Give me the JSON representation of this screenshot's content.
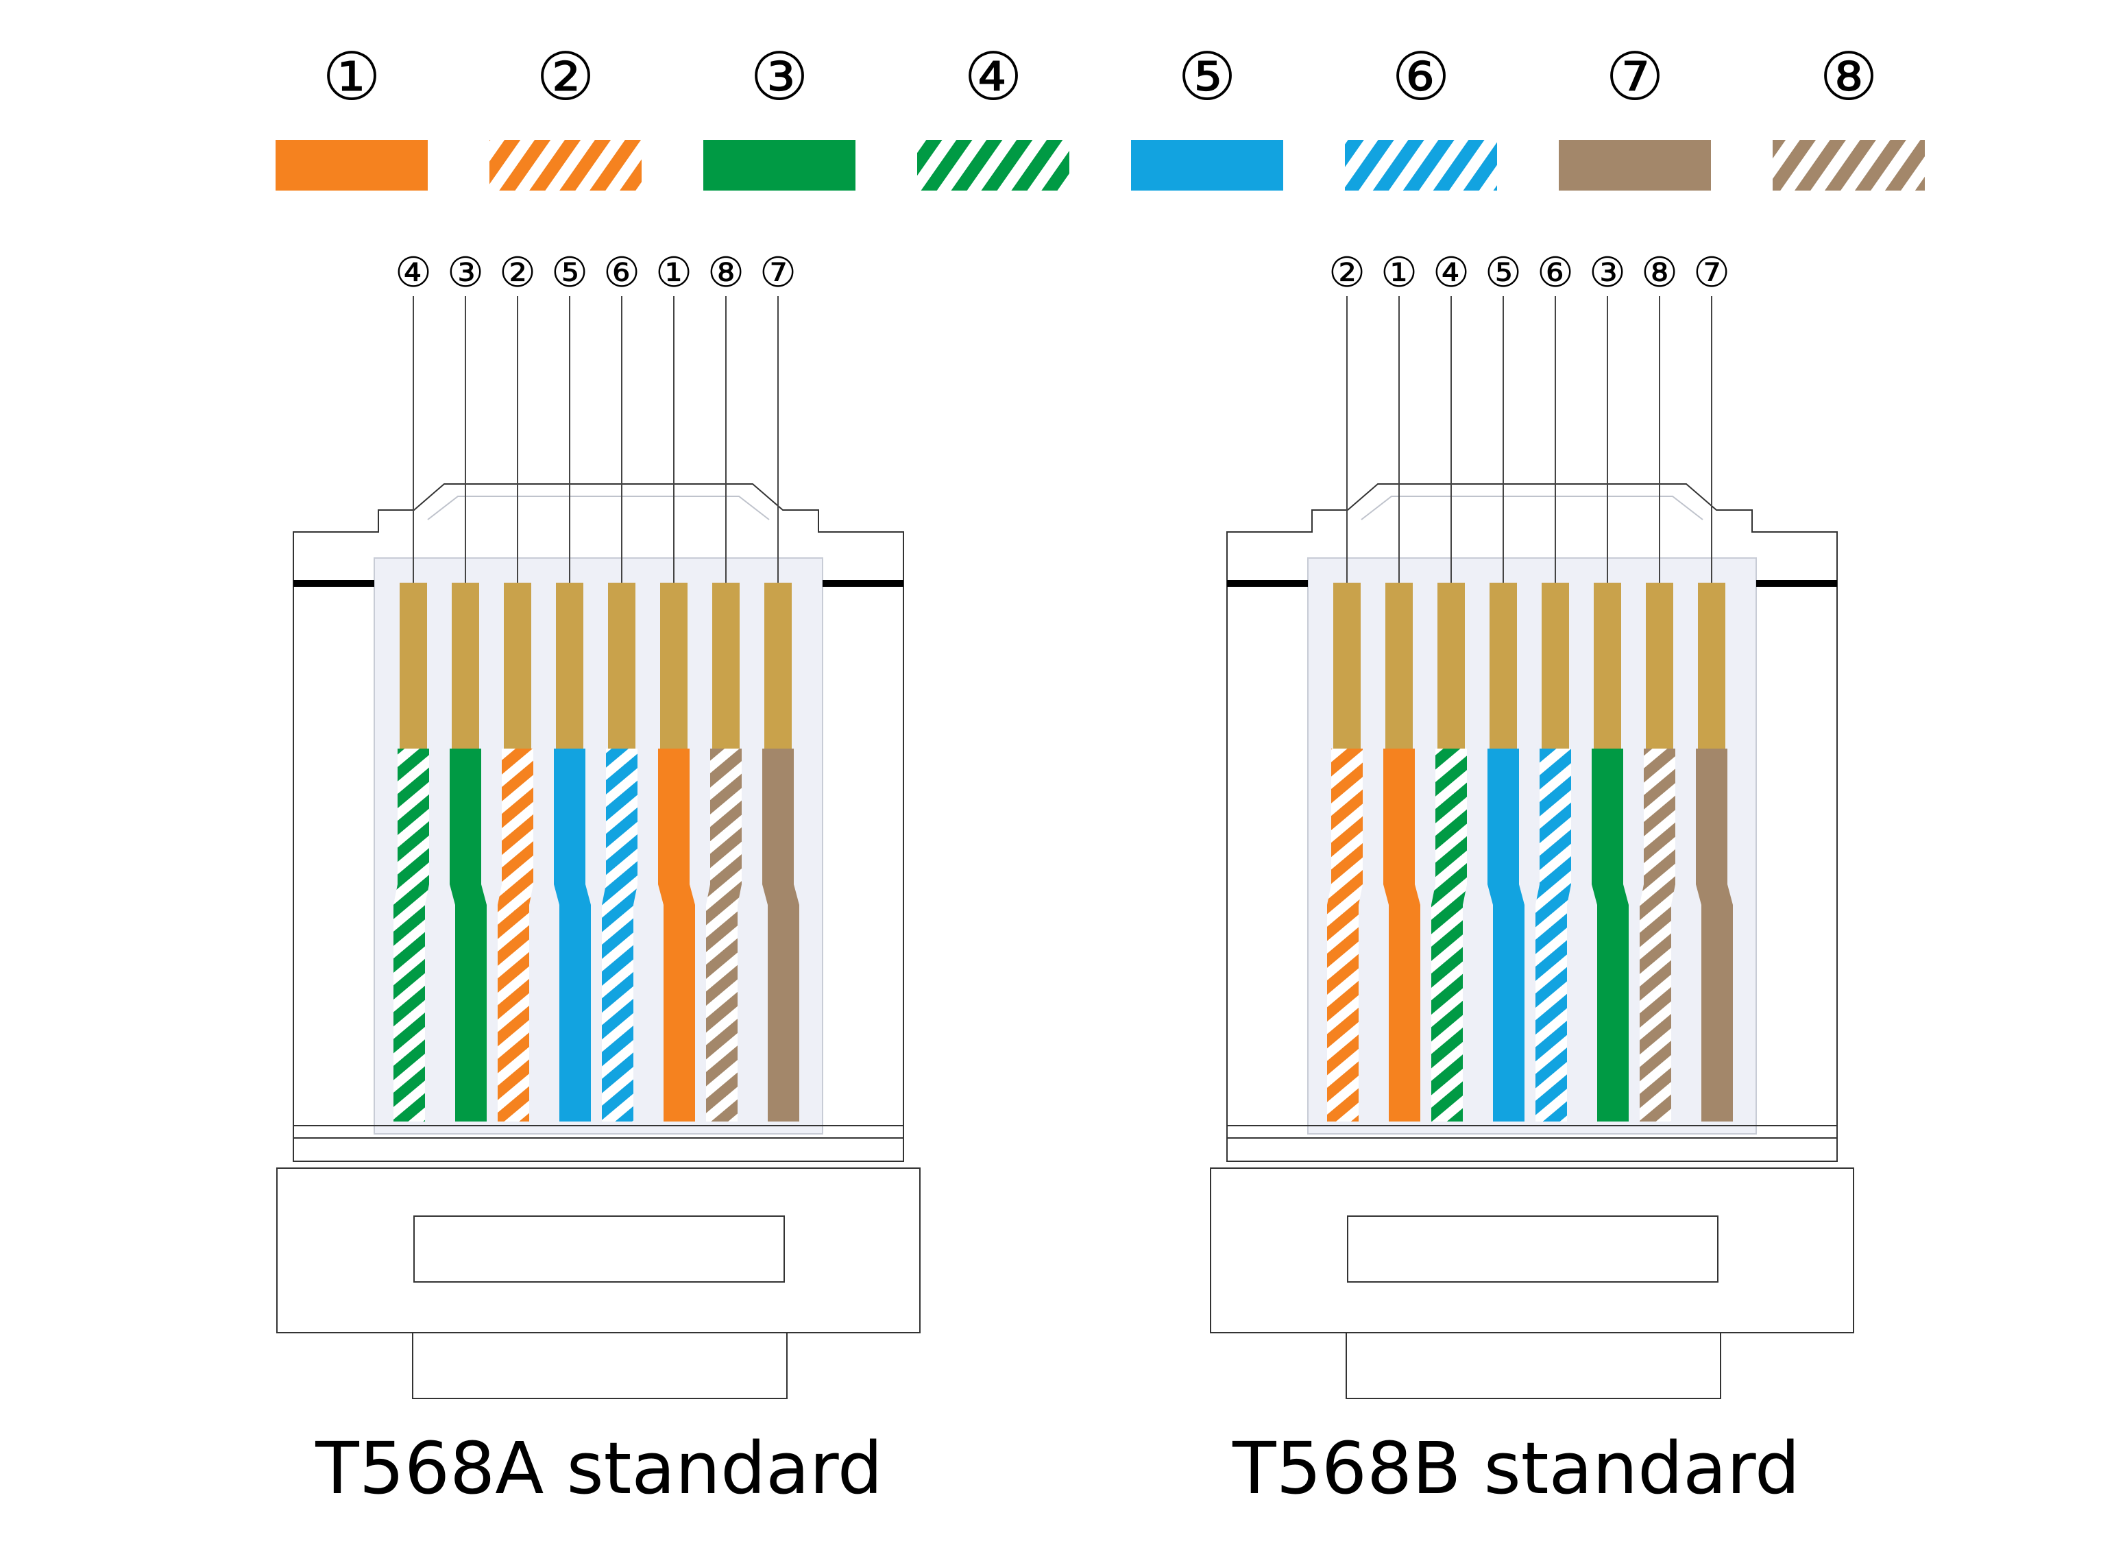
{
  "legend": [
    {
      "number": "①",
      "color": "#F5821F",
      "striped": false,
      "label_color": "orange"
    },
    {
      "number": "②",
      "color": "#F5821F",
      "striped": true,
      "label_color": "white-orange"
    },
    {
      "number": "③",
      "color": "#009A44",
      "striped": false,
      "label_color": "green"
    },
    {
      "number": "④",
      "color": "#009A44",
      "striped": true,
      "label_color": "white-green"
    },
    {
      "number": "⑤",
      "color": "#12A3E0",
      "striped": false,
      "label_color": "blue"
    },
    {
      "number": "⑥",
      "color": "#12A3E0",
      "striped": true,
      "label_color": "white-blue"
    },
    {
      "number": "⑦",
      "color": "#A3876A",
      "striped": false,
      "label_color": "brown"
    },
    {
      "number": "⑧",
      "color": "#A3876A",
      "striped": true,
      "label_color": "white-brown"
    }
  ],
  "standards": [
    {
      "title": "T568A standard",
      "pin_order": [
        "④",
        "③",
        "②",
        "⑤",
        "⑥",
        "①",
        "⑧",
        "⑦"
      ]
    },
    {
      "title": "T568B standard",
      "pin_order": [
        "②",
        "①",
        "④",
        "⑤",
        "⑥",
        "③",
        "⑧",
        "⑦"
      ]
    }
  ],
  "colors": {
    "contact_gold": "#C9A24B",
    "outline": "#333333",
    "housing_fill": "#ffffff",
    "channel_fill": "#EEF0F7",
    "latch_bar": "#000000"
  }
}
